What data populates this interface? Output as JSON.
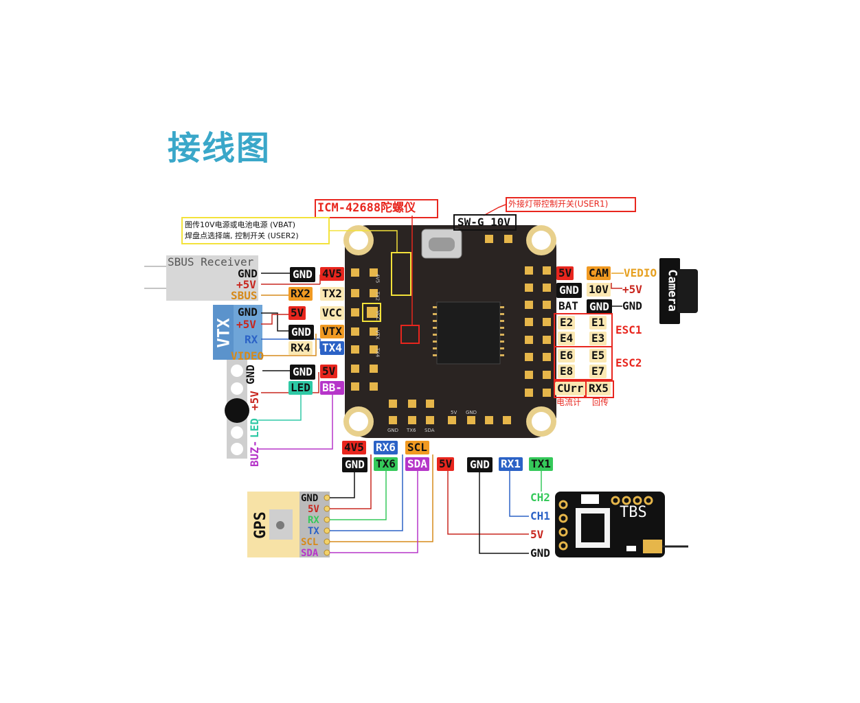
{
  "title": "接线图",
  "gyro_label": "ICM-42688陀螺仪",
  "user1_label": "外接灯带控制开关(USER1)",
  "user1_pad": "SW-G 10V",
  "vtx_power_note": {
    "line1": "图传10V电源或电池电源 (VBAT)",
    "line2": "焊盘点选择端, 控制开关 (USER2)"
  },
  "sbus_receiver": {
    "name": "SBUS Receiver",
    "pins": [
      "GND",
      "+5V",
      "SBUS"
    ]
  },
  "vtx": {
    "name": "VTX",
    "pins": [
      "GND",
      "+5V",
      "RX",
      "VIDEO"
    ]
  },
  "buzzer_led": {
    "pins": [
      "GND",
      "+5V",
      "LED",
      "BUZ-"
    ]
  },
  "fc_left_pads": [
    "GND",
    "4V5",
    "RX2",
    "TX2",
    "5V",
    "VCC",
    "GND",
    "VTX",
    "RX4",
    "TX4",
    "GND",
    "5V",
    "LED",
    "BB-"
  ],
  "camera": {
    "name": "Camera",
    "wires": [
      "VEDIO",
      "+5V",
      "GND"
    ]
  },
  "fc_right_pads": [
    "5V",
    "CAM",
    "GND",
    "10V",
    "BAT",
    "GND"
  ],
  "esc1": {
    "label": "ESC1",
    "pads": [
      "E2",
      "E1",
      "E4",
      "E3"
    ]
  },
  "esc2": {
    "label": "ESC2",
    "pads": [
      "E6",
      "E5",
      "E8",
      "E7"
    ]
  },
  "current": {
    "pad": "CUrr",
    "note": "电流计"
  },
  "telemetry": {
    "pad": "RX5",
    "note": "回传"
  },
  "fc_bottom_pads": [
    "4V5",
    "RX6",
    "SCL",
    "GND",
    "TX6",
    "SDA",
    "5V",
    "GND",
    "RX1",
    "TX1"
  ],
  "gps": {
    "name": "GPS",
    "pins": [
      "GND",
      "5V",
      "RX",
      "TX",
      "SCL",
      "SDA"
    ]
  },
  "tbs": {
    "name": "TBS",
    "pins": [
      "CH2",
      "CH1",
      "5V",
      "GND"
    ]
  },
  "board_silk": [
    "4V5",
    "TX2",
    "VCC",
    "VTX",
    "TX4",
    "5V",
    "GND",
    "GND",
    "TX6",
    "SDA"
  ],
  "colors": {
    "red": "#e8261e",
    "black": "#111111",
    "orange": "#f19a22",
    "cream": "#fbe8b3",
    "blue": "#2b62c6",
    "green": "#35c95a",
    "purple": "#b635c9",
    "teal": "#2ec9a5",
    "title": "#3aa7c9"
  }
}
